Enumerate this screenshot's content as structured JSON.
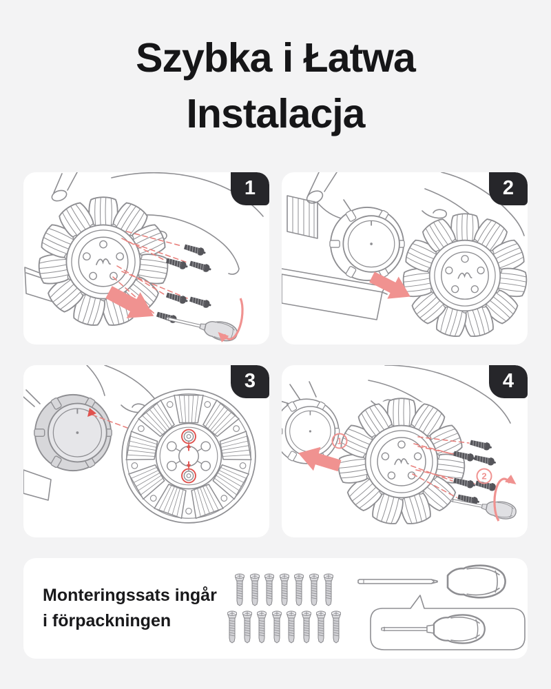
{
  "title": {
    "line1": "Szybka i Łatwa",
    "line2": "Instalacja"
  },
  "steps": [
    {
      "number": "1",
      "illustration": "unscrew-wheel-screws-with-screwdriver"
    },
    {
      "number": "2",
      "illustration": "pull-wheel-off-axle-hub"
    },
    {
      "number": "3",
      "illustration": "align-wheel-holes-with-hub"
    },
    {
      "number": "4",
      "illustration": "push-wheel-onto-hub-then-fasten-screws",
      "sub_labels": {
        "first": "1",
        "second": "2"
      }
    }
  ],
  "kit_panel": {
    "text_line1": "Monteringssats ingår",
    "text_line2": "i förpackningen",
    "screws_top_row": 7,
    "screws_bottom_row": 8,
    "tools": [
      "screwdriver-bit",
      "screwdriver-handle",
      "assembled-screwdriver-callout"
    ]
  },
  "colors": {
    "page_bg": "#F3F3F4",
    "panel_bg": "#FFFFFF",
    "badge_bg": "#26262A",
    "badge_text": "#FFFFFF",
    "text": "#161618",
    "line_gray": "#8E8E92",
    "accent_pink": "#F09290",
    "dashed_red": "#E9827E",
    "marker_red": "#E0524E",
    "screw_dark": "#55555A",
    "hub_gray": "#D7D7DA"
  }
}
